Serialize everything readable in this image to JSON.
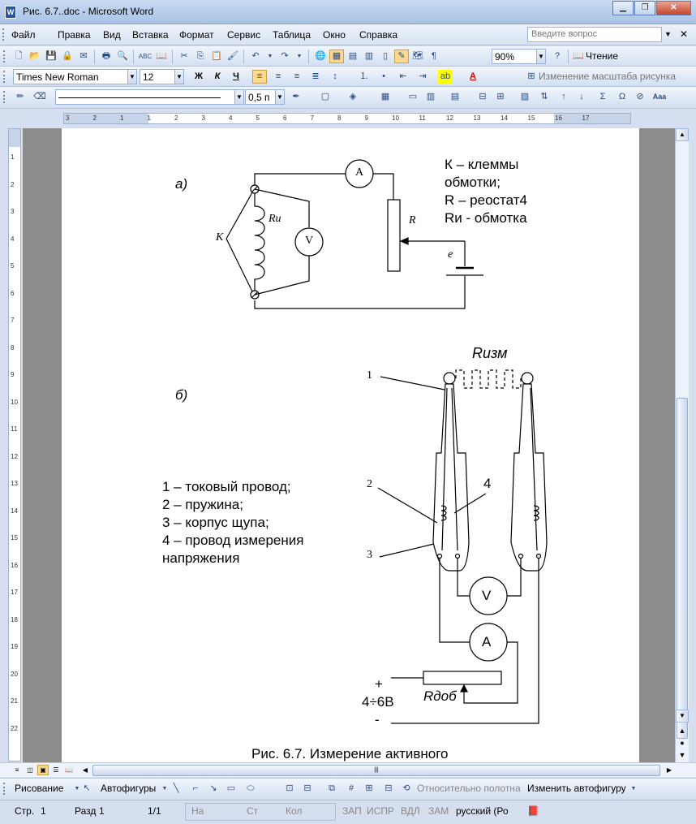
{
  "window": {
    "title": "Рис. 6.7..doc - Microsoft Word",
    "app_icon": "W"
  },
  "menu": {
    "items": [
      "Файл",
      "Правка",
      "Вид",
      "Вставка",
      "Формат",
      "Сервис",
      "Таблица",
      "Окно",
      "Справка"
    ],
    "ask_placeholder": "Введите вопрос"
  },
  "standard_toolbar": {
    "zoom": "90%",
    "reading_label": "Чтение"
  },
  "formatting_toolbar": {
    "font": "Times New Roman",
    "size": "12",
    "bold": "Ж",
    "italic": "К",
    "underline": "Ч",
    "resize_label": "Изменение масштаба рисунка"
  },
  "drawing_tables_toolbar": {
    "line_weight": "0,5 п"
  },
  "ruler": {
    "h_labels": [
      "3",
      "2",
      "1",
      "1",
      "2",
      "3",
      "4",
      "5",
      "6",
      "7",
      "8",
      "9",
      "10",
      "11",
      "12",
      "13",
      "14",
      "15",
      "16",
      "17"
    ],
    "v_labels": [
      "1",
      "2",
      "3",
      "4",
      "5",
      "6",
      "7",
      "8",
      "9",
      "10",
      "11",
      "12",
      "13",
      "14",
      "15",
      "16",
      "17",
      "18",
      "19",
      "20",
      "21",
      "22"
    ]
  },
  "document": {
    "fig_a": {
      "label": "а)",
      "legend": [
        "К – клеммы",
        "обмотки;",
        "R – реостат4",
        "Rи - обмотка"
      ],
      "sym_r": "R",
      "sym_e": "e",
      "sym_k": "K",
      "sym_ri": "Rи",
      "meter_a": "A",
      "meter_v": "V"
    },
    "fig_b": {
      "label": "б)",
      "r_meas": "Rизм",
      "num1": "1",
      "num2": "2",
      "num3": "3",
      "num4": "4",
      "legend": [
        "1 – токовый провод;",
        "2 – пружина;",
        "3 – корпус щупа;",
        "4 – провод измерения",
        "напряжения"
      ],
      "meter_v": "V",
      "meter_a": "A",
      "plus": "+",
      "voltage": "4÷6В",
      "minus": "-",
      "r_add": "Rдоб"
    },
    "caption": "Рис. 6.7. Измерение активного"
  },
  "drawing_toolbar": {
    "draw_label": "Рисование",
    "autoshapes_label": "Автофигуры",
    "relative_label": "Относительно полотна",
    "change_shape_label": "Изменить автофигуру"
  },
  "status": {
    "page": "Стр.",
    "page_num": "1",
    "section": "Разд",
    "section_num": "1",
    "pages": "1/1",
    "at": "На",
    "line": "Ст",
    "col": "Кол",
    "rec": "ЗАП",
    "trk": "ИСПР",
    "ext": "ВДЛ",
    "ovr": "ЗАМ",
    "language": "русский (Ро"
  },
  "colors": {
    "accent": "#fcd98e",
    "titlebar": "#a9c3e6",
    "close": "#c5452b"
  }
}
